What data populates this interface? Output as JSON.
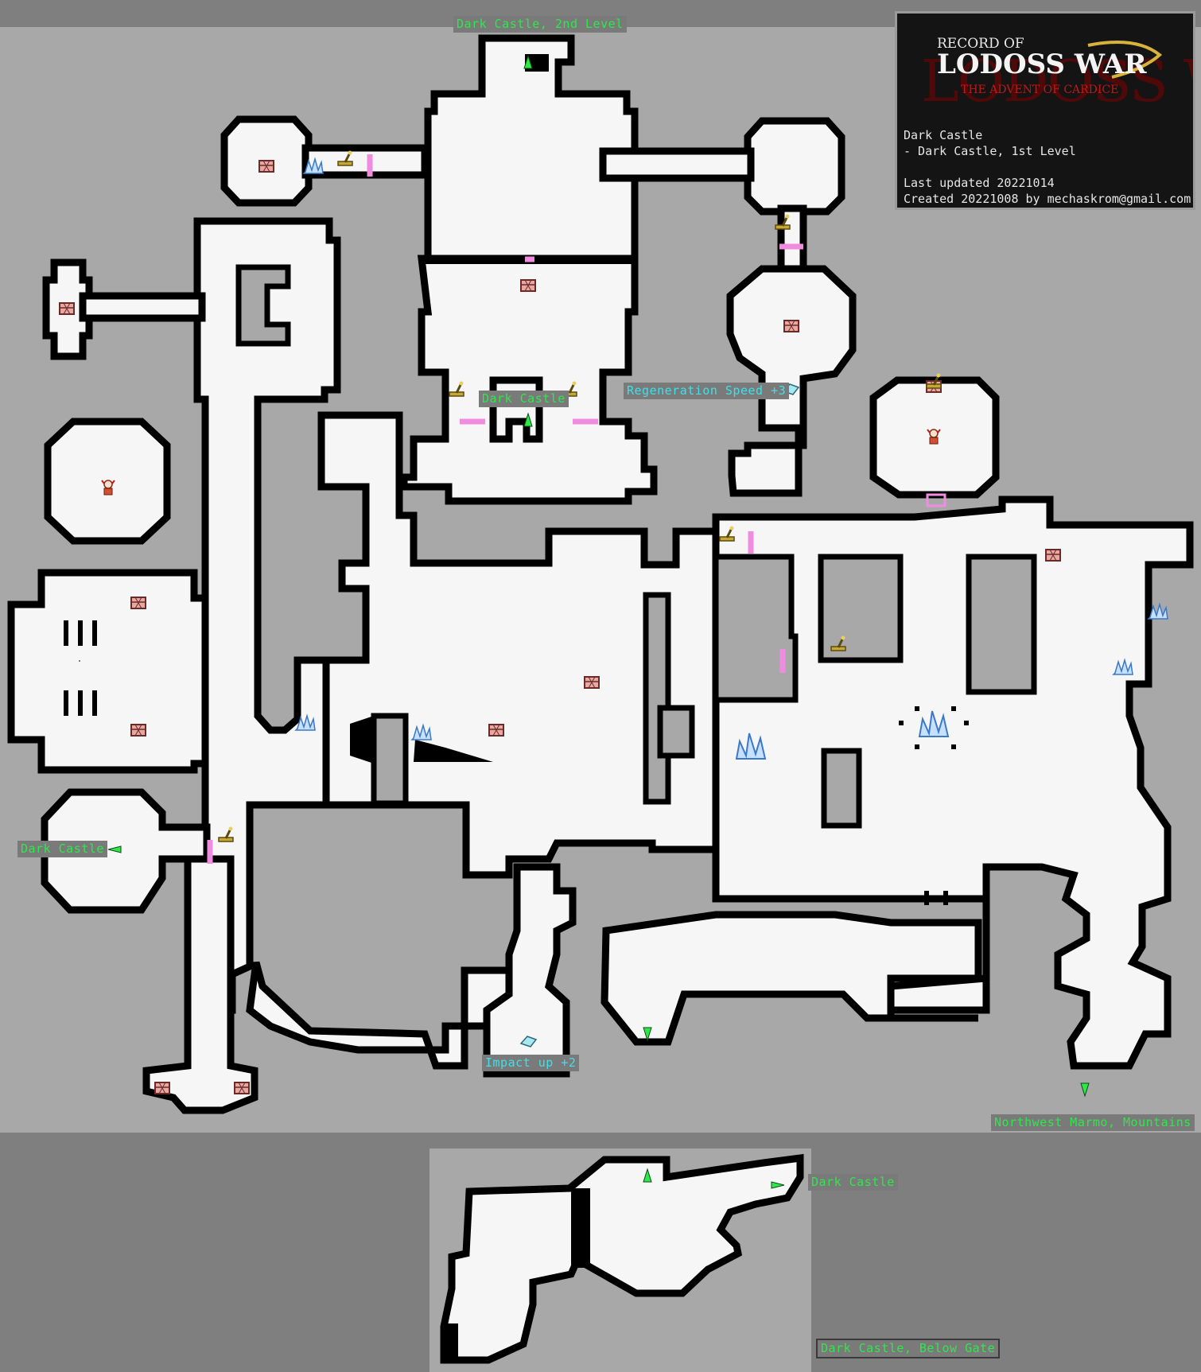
{
  "map_title": "Dark Castle",
  "map_subtitle": "- Dark Castle, 1st Level",
  "last_updated": "Last updated 20221014",
  "created": "Created 20221008 by mechaskrom@gmail.com",
  "logo": {
    "line1": "RECORD OF",
    "line2": "LODOSS WAR",
    "line3": "THE ADVENT OF CARDICE"
  },
  "labels": {
    "top_exit": "Dark Castle, 2nd Level",
    "center_exit": "Dark Castle",
    "regen_item": "Regeneration Speed +3",
    "west_exit": "Dark Castle",
    "impact_item": "Impact up +2",
    "southeast_exit": "Northwest Marmo, Mountains",
    "gate_exit": "Dark Castle",
    "gate_area": "Dark Castle, Below Gate"
  },
  "colors": {
    "background": "#7f7f7f",
    "map_area": "#a8a8a8",
    "floor": "#f6f6f6",
    "wall": "#000000",
    "door": "#f08ce0",
    "exit_label": "#2ee84a",
    "item_label": "#3fe0e8",
    "logo_red": "#b01010",
    "logo_gold": "#d8b23a"
  },
  "icons": [
    "treasure-chest-icon",
    "lever-icon",
    "crystal-icon",
    "item-disc-icon",
    "exit-arrow-icon",
    "npc-icon"
  ]
}
